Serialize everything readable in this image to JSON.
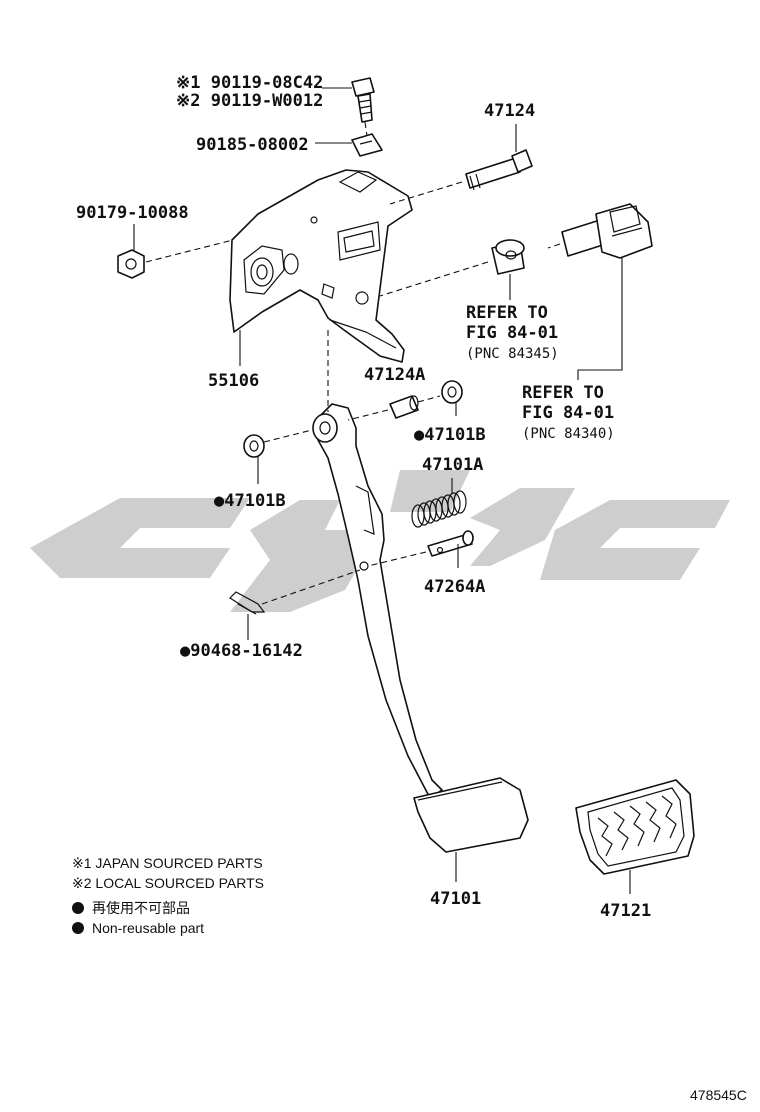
{
  "labels": {
    "bolt_japan": "※1 90119-08C42",
    "bolt_local": "※2 90119-W0012",
    "nut_clip": "90185-08002",
    "nut": "90179-10088",
    "bracket": "55106",
    "shaft_bolt": "47124",
    "collar": "47124A",
    "bushing_b_top": "●47101B",
    "bushing_b_left": "●47101B",
    "spring": "47101A",
    "pin": "47264A",
    "clip": "●90468-16142",
    "pedal": "47101",
    "pad": "47121",
    "refer1_a": "REFER TO",
    "refer1_b": "FIG 84-01",
    "refer1_c": "(PNC 84345)",
    "refer2_a": "REFER TO",
    "refer2_b": "FIG 84-01",
    "refer2_c": "(PNC 84340)"
  },
  "legend": {
    "japan": "※1 JAPAN SOURCED PARTS",
    "local": "※2 LOCAL SOURCED PARTS",
    "nonreuse_jp": "再使用不可部品",
    "nonreuse_en": "Non-reusable part"
  },
  "figure_id": "478545C",
  "colors": {
    "ink": "#111111",
    "watermark": "#c9c9c9"
  }
}
